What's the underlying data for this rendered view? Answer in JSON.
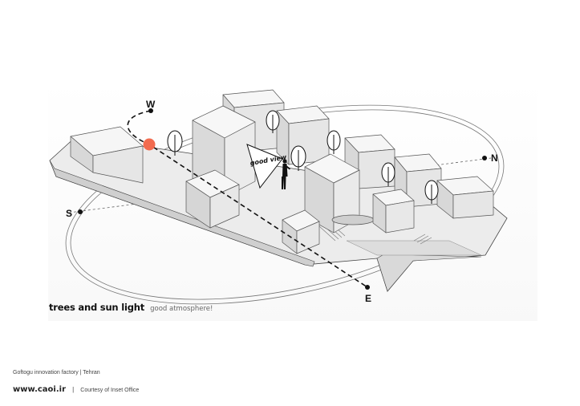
{
  "compass": {
    "west": "W",
    "north": "N",
    "south": "S",
    "east": "E"
  },
  "annotation": {
    "good_view": "good view"
  },
  "caption": {
    "title": "trees and sun light",
    "subtitle": "good atmosphere!"
  },
  "footer": {
    "project": "Goftogu innovation factory | Tehran",
    "website": "www.caoi.ir",
    "separator": "|",
    "credit": "Courtesy of Inset Office"
  },
  "colors": {
    "sun": "#f26b4f",
    "building_top": "#f4f4f4",
    "building_side": "#e3e3e3",
    "building_dark": "#d3d3d3",
    "ground": "#e8e8e8"
  },
  "icons": [
    "tree-icon",
    "person-icon",
    "sun-icon"
  ]
}
